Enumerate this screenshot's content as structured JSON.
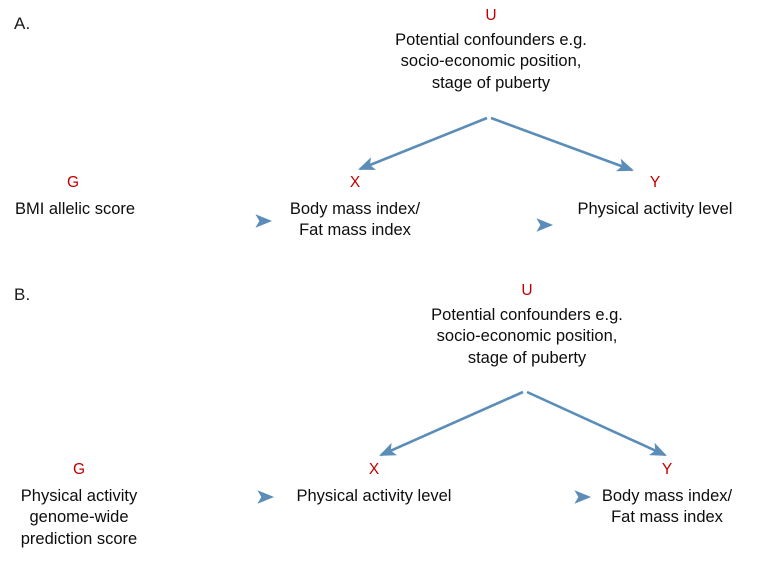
{
  "figure": {
    "background_color": "#ffffff",
    "arrow_color": "#5b8db8",
    "variable_label_color": "#C00000",
    "text_color": "#0d0d0d"
  },
  "panels": [
    {
      "letter": "A.",
      "confounder": {
        "var": "U",
        "lines": "Potential confounders e.g.\nsocio-economic position,\nstage of puberty"
      },
      "nodes": [
        {
          "var": "G",
          "label": "BMI allelic score"
        },
        {
          "var": "X",
          "label": "Body mass index/\nFat mass index"
        },
        {
          "var": "Y",
          "label": "Physical activity level"
        }
      ],
      "edges": [
        {
          "from": "G",
          "to": "X",
          "type": "horizontal"
        },
        {
          "from": "X",
          "to": "Y",
          "type": "horizontal"
        },
        {
          "from": "U",
          "to": "X",
          "type": "diagonal"
        },
        {
          "from": "U",
          "to": "Y",
          "type": "diagonal"
        }
      ]
    },
    {
      "letter": "B.",
      "confounder": {
        "var": "U",
        "lines": "Potential confounders e.g.\nsocio-economic position,\nstage of puberty"
      },
      "nodes": [
        {
          "var": "G",
          "label": "Physical activity\ngenome-wide\nprediction score"
        },
        {
          "var": "X",
          "label": "Physical activity level"
        },
        {
          "var": "Y",
          "label": "Body mass index/\nFat mass index"
        }
      ],
      "edges": [
        {
          "from": "G",
          "to": "X",
          "type": "horizontal"
        },
        {
          "from": "X",
          "to": "Y",
          "type": "horizontal"
        },
        {
          "from": "U",
          "to": "X",
          "type": "diagonal"
        },
        {
          "from": "U",
          "to": "Y",
          "type": "diagonal"
        }
      ]
    }
  ]
}
